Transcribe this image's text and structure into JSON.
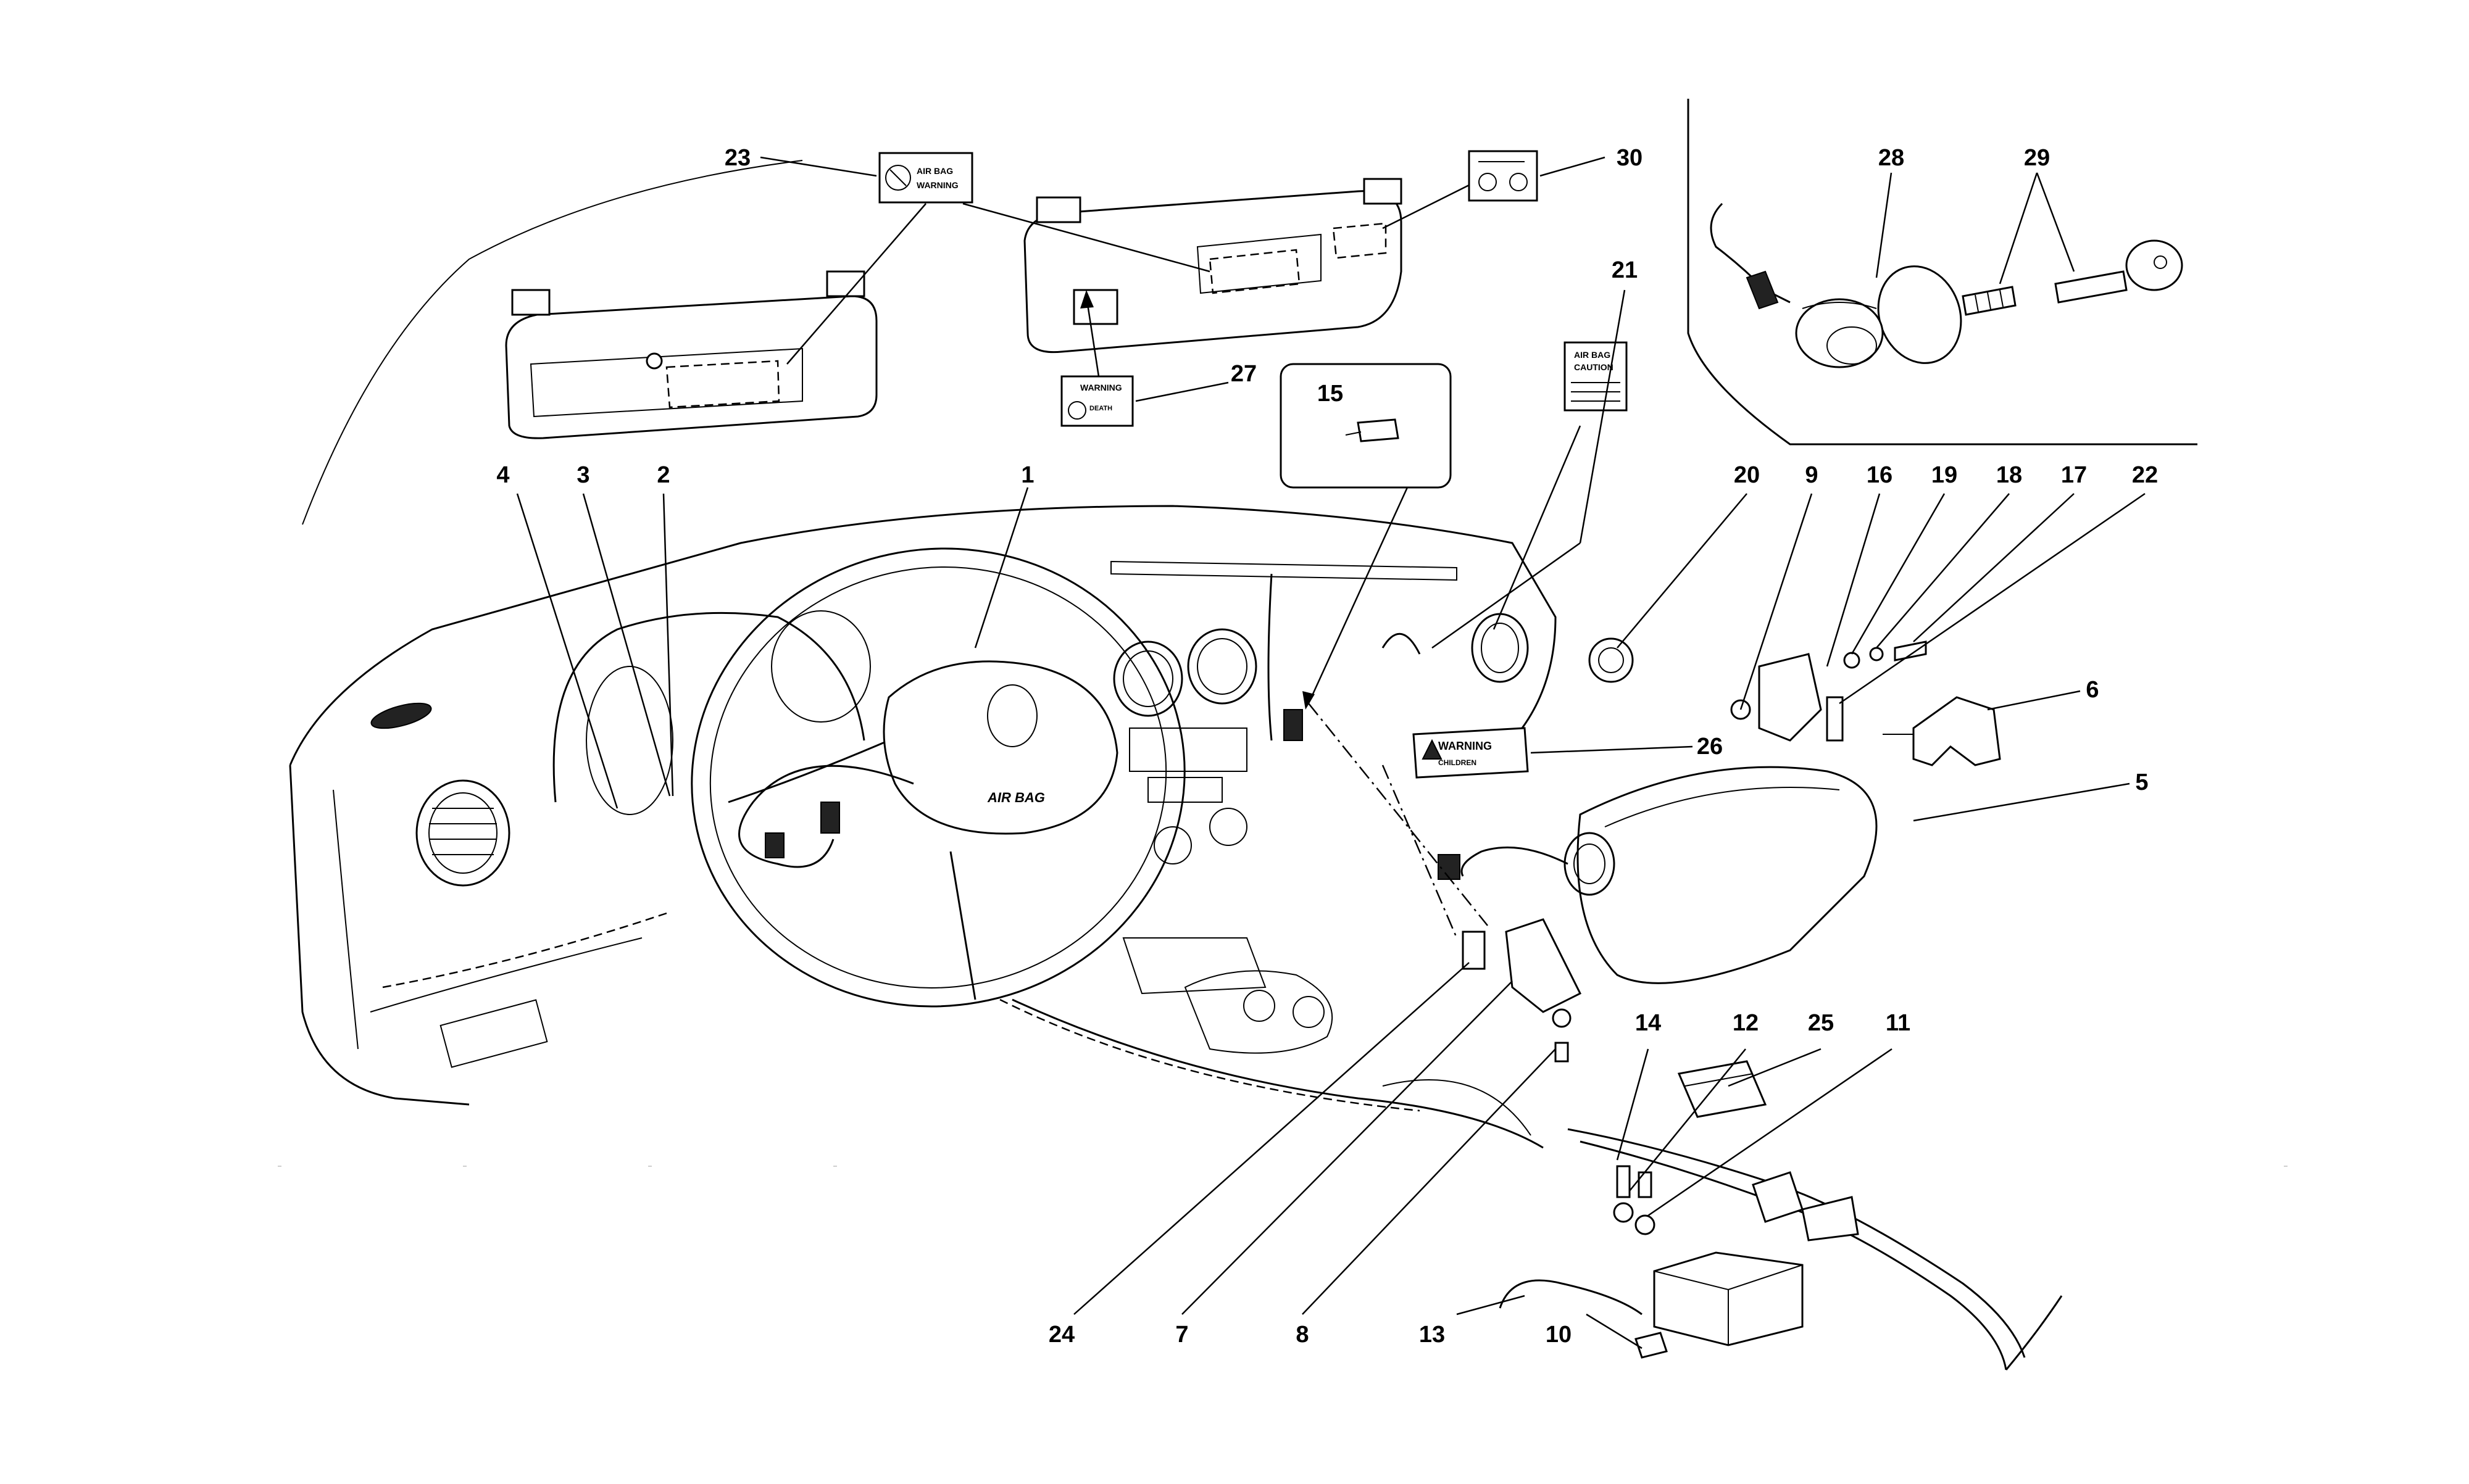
{
  "callouts": [
    {
      "num": "1"
    },
    {
      "num": "2"
    },
    {
      "num": "3"
    },
    {
      "num": "4"
    },
    {
      "num": "5"
    },
    {
      "num": "6"
    },
    {
      "num": "7"
    },
    {
      "num": "8"
    },
    {
      "num": "9"
    },
    {
      "num": "10"
    },
    {
      "num": "11"
    },
    {
      "num": "12"
    },
    {
      "num": "13"
    },
    {
      "num": "14"
    },
    {
      "num": "15"
    },
    {
      "num": "16"
    },
    {
      "num": "17"
    },
    {
      "num": "18"
    },
    {
      "num": "19"
    },
    {
      "num": "20"
    },
    {
      "num": "21"
    },
    {
      "num": "22"
    },
    {
      "num": "23"
    },
    {
      "num": "24"
    },
    {
      "num": "25"
    },
    {
      "num": "26"
    },
    {
      "num": "27"
    },
    {
      "num": "28"
    },
    {
      "num": "29"
    },
    {
      "num": "30"
    }
  ],
  "labels": {
    "airbag_warning_l1": "AIR BAG",
    "airbag_warning_l2": "WARNING",
    "warning_sticker_title": "WARNING",
    "warning_sticker_sub": "DEATH",
    "caution_l1": "AIR BAG",
    "caution_l2": "CAUTION",
    "dash_warning_title": "WARNING",
    "dash_warning_sub": "CHILDREN",
    "steering_hub": "AIR BAG"
  }
}
